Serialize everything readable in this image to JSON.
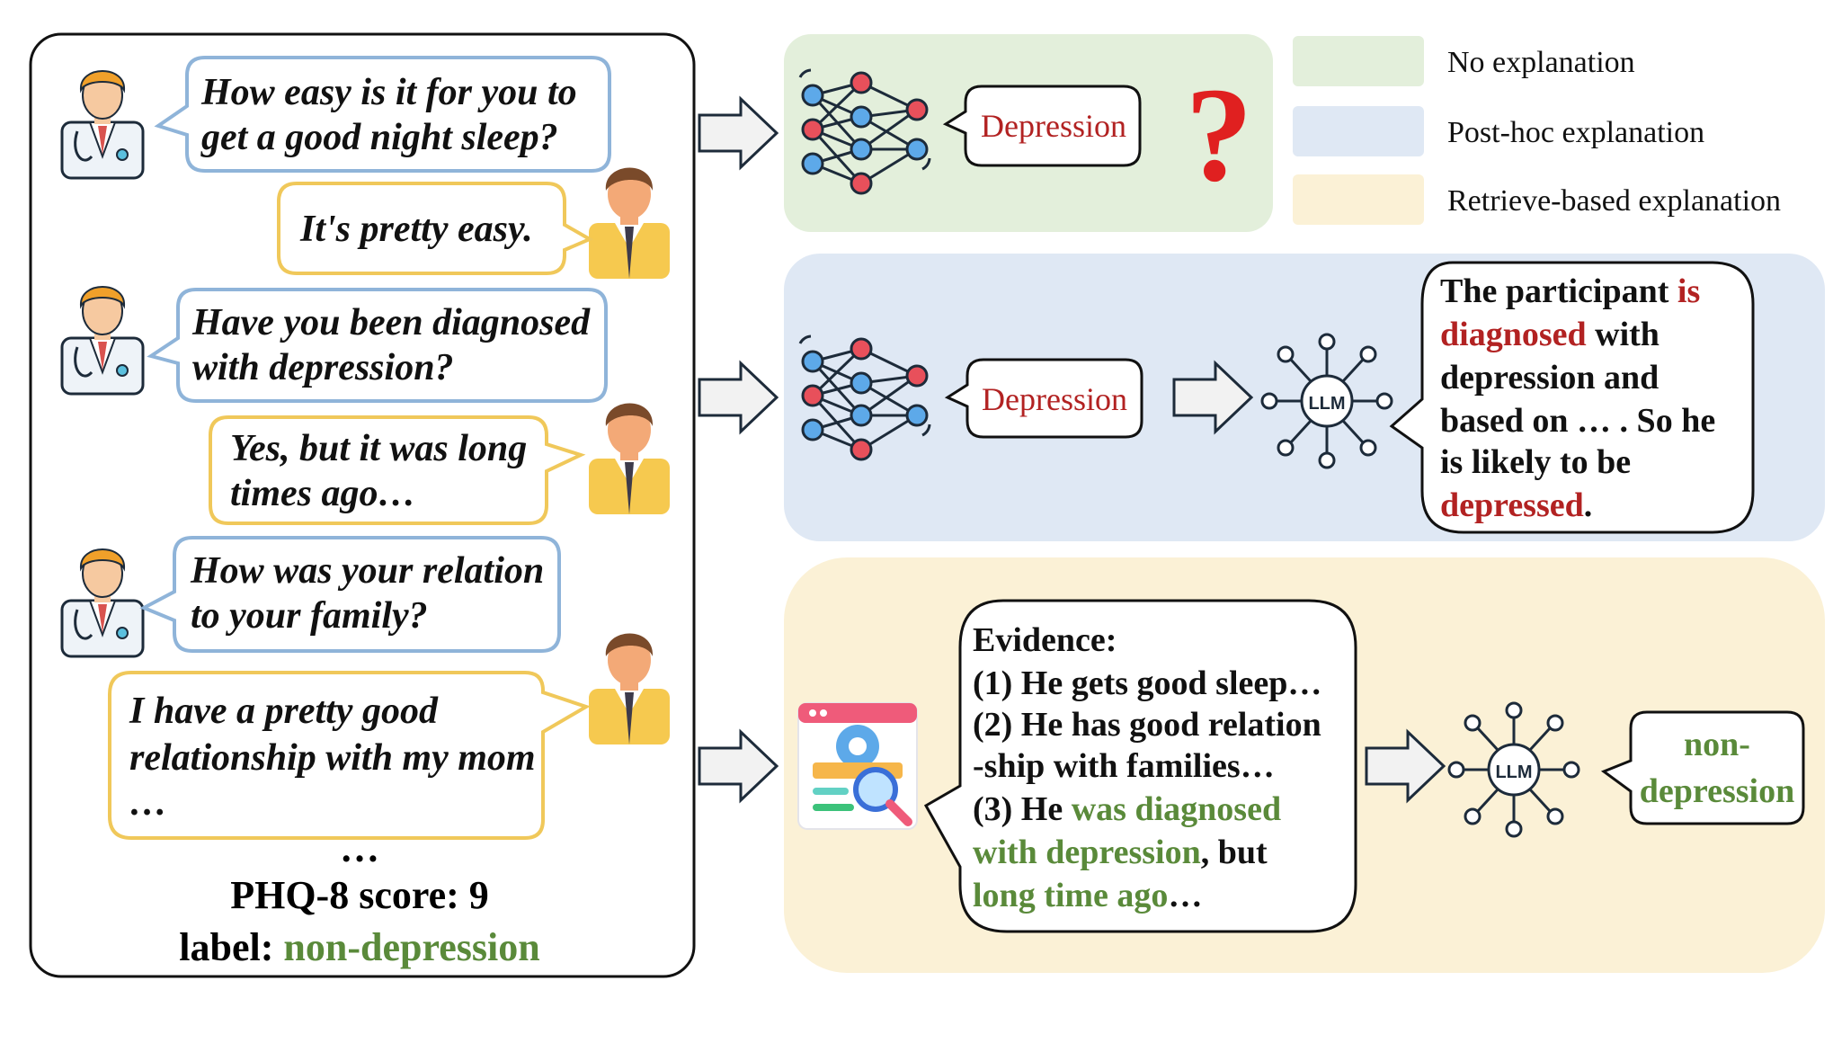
{
  "conversation": {
    "turns": [
      {
        "speaker": "doctor",
        "lines": [
          "How easy is it for you to",
          "get a good night sleep?"
        ]
      },
      {
        "speaker": "participant",
        "lines": [
          "It's pretty easy."
        ]
      },
      {
        "speaker": "doctor",
        "lines": [
          "Have you been diagnosed",
          "with depression?"
        ]
      },
      {
        "speaker": "participant",
        "lines": [
          "Yes, but it was long",
          "times ago…"
        ]
      },
      {
        "speaker": "doctor",
        "lines": [
          "How was your relation",
          "to your family?"
        ]
      },
      {
        "speaker": "participant",
        "lines": [
          "I have a pretty good",
          "relationship with my mom",
          "…"
        ]
      }
    ],
    "ellipsis": "…",
    "score_text": "PHQ-8 score: 9",
    "label_prefix": "label: ",
    "label_value": "non-depression"
  },
  "legend": [
    {
      "label": "No explanation",
      "color": "#e3efdb"
    },
    {
      "label": "Post-hoc explanation",
      "color": "#dfe8f4"
    },
    {
      "label": "Retrieve-based explanation",
      "color": "#fbf1d6"
    }
  ],
  "panel_none": {
    "prediction": "Depression",
    "unknown_mark": "?"
  },
  "panel_posthoc": {
    "prediction": "Depression",
    "llm_label": "LLM",
    "explanation": {
      "l1a": "The participant ",
      "l1b": "is",
      "l2a": "diagnosed",
      "l2b": " with",
      "l3": "depression and",
      "l4": "based on … . So he",
      "l5": "is likely to be",
      "l6a": "depressed",
      "l6b": "."
    }
  },
  "panel_retrieve": {
    "evidence": {
      "title": "Evidence:",
      "e1": "(1) He gets good sleep…",
      "e2a": "(2) He has good relation",
      "e2b": "-ship with families…",
      "e3a": "(3) He ",
      "e3b": "was diagnosed",
      "e3c": "with depression",
      "e3d": ", but",
      "e3e": "long time ago",
      "e3f": "…"
    },
    "llm_label": "LLM",
    "prediction_l1": "non-",
    "prediction_l2": "depression"
  },
  "colors": {
    "doctor_bubble": "#8fb4d9",
    "participant_bubble": "#f0c85a",
    "highlight_red": "#b22222",
    "highlight_green": "#5a8a3a",
    "question_mark": "#e02020"
  }
}
